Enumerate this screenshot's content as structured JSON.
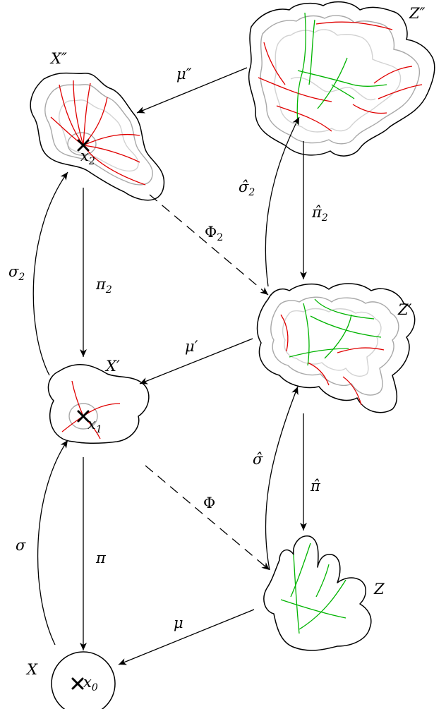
{
  "nodes": {
    "X2": {
      "name": "X",
      "prime": "″"
    },
    "X1": {
      "name": "X",
      "prime": "′"
    },
    "X0": {
      "name": "X"
    },
    "Z2": {
      "name": "Z",
      "prime": "″"
    },
    "Z1": {
      "name": "Z",
      "prime": "′"
    },
    "Z0": {
      "name": "Z"
    }
  },
  "points": {
    "x2": {
      "name": "x",
      "sub": "2"
    },
    "x1": {
      "name": "x",
      "sub": "1"
    },
    "x0": {
      "name": "x",
      "sub": "0"
    }
  },
  "maps": {
    "mu2": {
      "name": "μ",
      "prime": "″"
    },
    "mu1": {
      "name": "μ",
      "prime": "′"
    },
    "mu": {
      "name": "μ"
    },
    "sigma2": {
      "name": "σ",
      "sub": "2"
    },
    "sigma": {
      "name": "σ"
    },
    "pi2": {
      "name": "π",
      "sub": "2"
    },
    "pi": {
      "name": "π"
    },
    "sigmahat2": {
      "name": "σ̂",
      "sub": "2"
    },
    "sigmahat": {
      "name": "σ̂"
    },
    "pihat2": {
      "name": "π̂",
      "sub": "2"
    },
    "pihat": {
      "name": "π̂"
    },
    "Phi2": {
      "name": "Φ",
      "sub": "2"
    },
    "Phi": {
      "name": "Φ"
    }
  },
  "colors": {
    "curve_red": "#e00000",
    "curve_green": "#00b400",
    "inner_gray": "#a8a8a8",
    "inner_light": "#d2d2d2"
  }
}
